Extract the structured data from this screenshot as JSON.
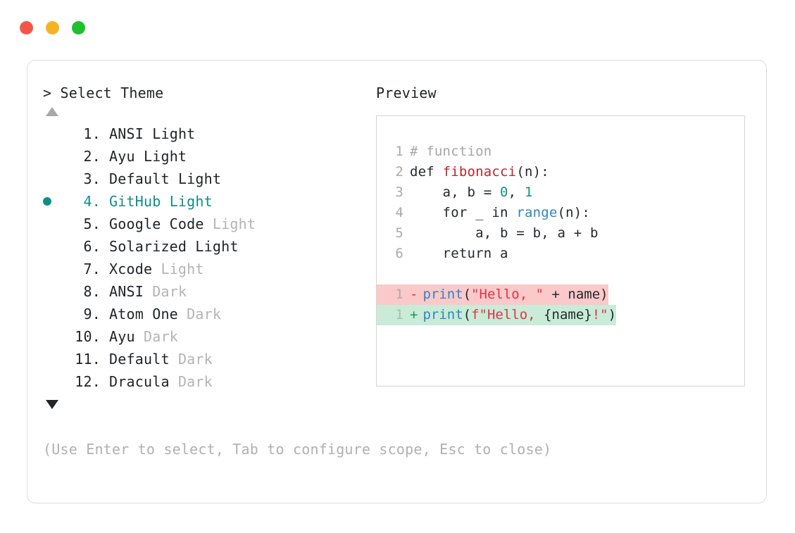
{
  "titlebar": {
    "buttons": [
      {
        "name": "close",
        "color": "#f55549"
      },
      {
        "name": "minimize",
        "color": "#f5b324"
      },
      {
        "name": "maximize",
        "color": "#1fc02f"
      }
    ]
  },
  "left_pane": {
    "prompt": "> Select Theme",
    "scroll_up_icon": "triangle-up-icon",
    "scroll_down_icon": "triangle-down-icon",
    "selected_index": 4,
    "selected_color": "#0f8e88",
    "items": [
      {
        "index": "1.",
        "name": "ANSI",
        "suffix": "Light",
        "suffix_dim": false
      },
      {
        "index": "2.",
        "name": "Ayu",
        "suffix": "Light",
        "suffix_dim": false
      },
      {
        "index": "3.",
        "name": "Default",
        "suffix": "Light",
        "suffix_dim": false
      },
      {
        "index": "4.",
        "name": "GitHub",
        "suffix": "Light",
        "suffix_dim": false
      },
      {
        "index": "5.",
        "name": "Google Code",
        "suffix": "Light",
        "suffix_dim": true
      },
      {
        "index": "6.",
        "name": "Solarized",
        "suffix": "Light",
        "suffix_dim": false
      },
      {
        "index": "7.",
        "name": "Xcode",
        "suffix": "Light",
        "suffix_dim": true
      },
      {
        "index": "8.",
        "name": "ANSI",
        "suffix": "Dark",
        "suffix_dim": true
      },
      {
        "index": "9.",
        "name": "Atom One",
        "suffix": "Dark",
        "suffix_dim": true
      },
      {
        "index": "10.",
        "name": "Ayu",
        "suffix": "Dark",
        "suffix_dim": true
      },
      {
        "index": "11.",
        "name": "Default",
        "suffix": "Dark",
        "suffix_dim": true
      },
      {
        "index": "12.",
        "name": "Dracula",
        "suffix": "Dark",
        "suffix_dim": true
      }
    ]
  },
  "footer": {
    "hint": "(Use Enter to select, Tab to configure scope, Esc to close)"
  },
  "right_pane": {
    "label": "Preview",
    "code_lines": [
      {
        "number": "1",
        "tokens": [
          {
            "text": "# function",
            "kind": "comment"
          }
        ]
      },
      {
        "number": "2",
        "tokens": [
          {
            "text": "def ",
            "kind": "plain"
          },
          {
            "text": "fibonacci",
            "kind": "fn"
          },
          {
            "text": "(n):",
            "kind": "punct"
          }
        ]
      },
      {
        "number": "3",
        "tokens": [
          {
            "text": "    a, b = ",
            "kind": "plain"
          },
          {
            "text": "0",
            "kind": "num"
          },
          {
            "text": ", ",
            "kind": "plain"
          },
          {
            "text": "1",
            "kind": "num"
          }
        ]
      },
      {
        "number": "4",
        "tokens": [
          {
            "text": "    for _ in ",
            "kind": "plain"
          },
          {
            "text": "range",
            "kind": "builtin"
          },
          {
            "text": "(n):",
            "kind": "punct"
          }
        ]
      },
      {
        "number": "5",
        "tokens": [
          {
            "text": "        a, b = b, a + b",
            "kind": "plain"
          }
        ]
      },
      {
        "number": "6",
        "tokens": [
          {
            "text": "    return a",
            "kind": "plain"
          }
        ]
      }
    ],
    "diff_lines": [
      {
        "number": "1",
        "sign": "-",
        "type": "removed",
        "bg": "#fbc9c9",
        "tokens": [
          {
            "text": "print",
            "kind": "builtin"
          },
          {
            "text": "(",
            "kind": "punct"
          },
          {
            "text": "\"Hello, \"",
            "kind": "str"
          },
          {
            "text": " + name)",
            "kind": "plain"
          }
        ]
      },
      {
        "number": "1",
        "sign": "+",
        "type": "added",
        "bg": "#c9ebd8",
        "tokens": [
          {
            "text": "print",
            "kind": "builtin"
          },
          {
            "text": "(",
            "kind": "punct"
          },
          {
            "text": "f\"Hello, ",
            "kind": "str"
          },
          {
            "text": "{name}",
            "kind": "plain"
          },
          {
            "text": "!\"",
            "kind": "str"
          },
          {
            "text": ")",
            "kind": "punct"
          }
        ]
      }
    ]
  }
}
